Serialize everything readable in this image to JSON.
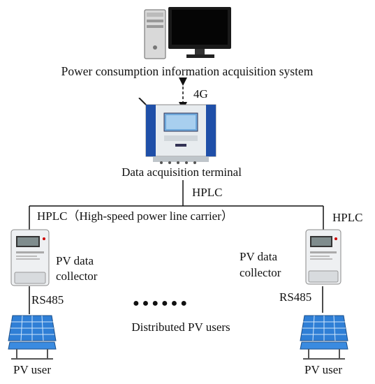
{
  "system": {
    "label": "Power consumption information acquisition system"
  },
  "link_4g": {
    "label": "4G"
  },
  "terminal": {
    "label": "Data acquisition terminal"
  },
  "bus": {
    "hplc_top": "HPLC",
    "hplc_full": "HPLC（High-speed power line carrier）",
    "hplc_right": "HPLC"
  },
  "left_node": {
    "collector_line1": "PV data",
    "collector_line2": "collector",
    "rs485": "RS485",
    "user": "PV user"
  },
  "right_node": {
    "collector_line1": "PV data",
    "collector_line2": "collector",
    "rs485": "RS485",
    "user": "PV user"
  },
  "middle": {
    "ellipsis": "●  ●  ●     ●  ●  ●",
    "label": "Distributed PV users"
  },
  "colors": {
    "panel_blue": "#2f7fd6",
    "panel_light": "#cfe6fb",
    "terminal_blue": "#1f4fa8",
    "line": "#111111"
  }
}
